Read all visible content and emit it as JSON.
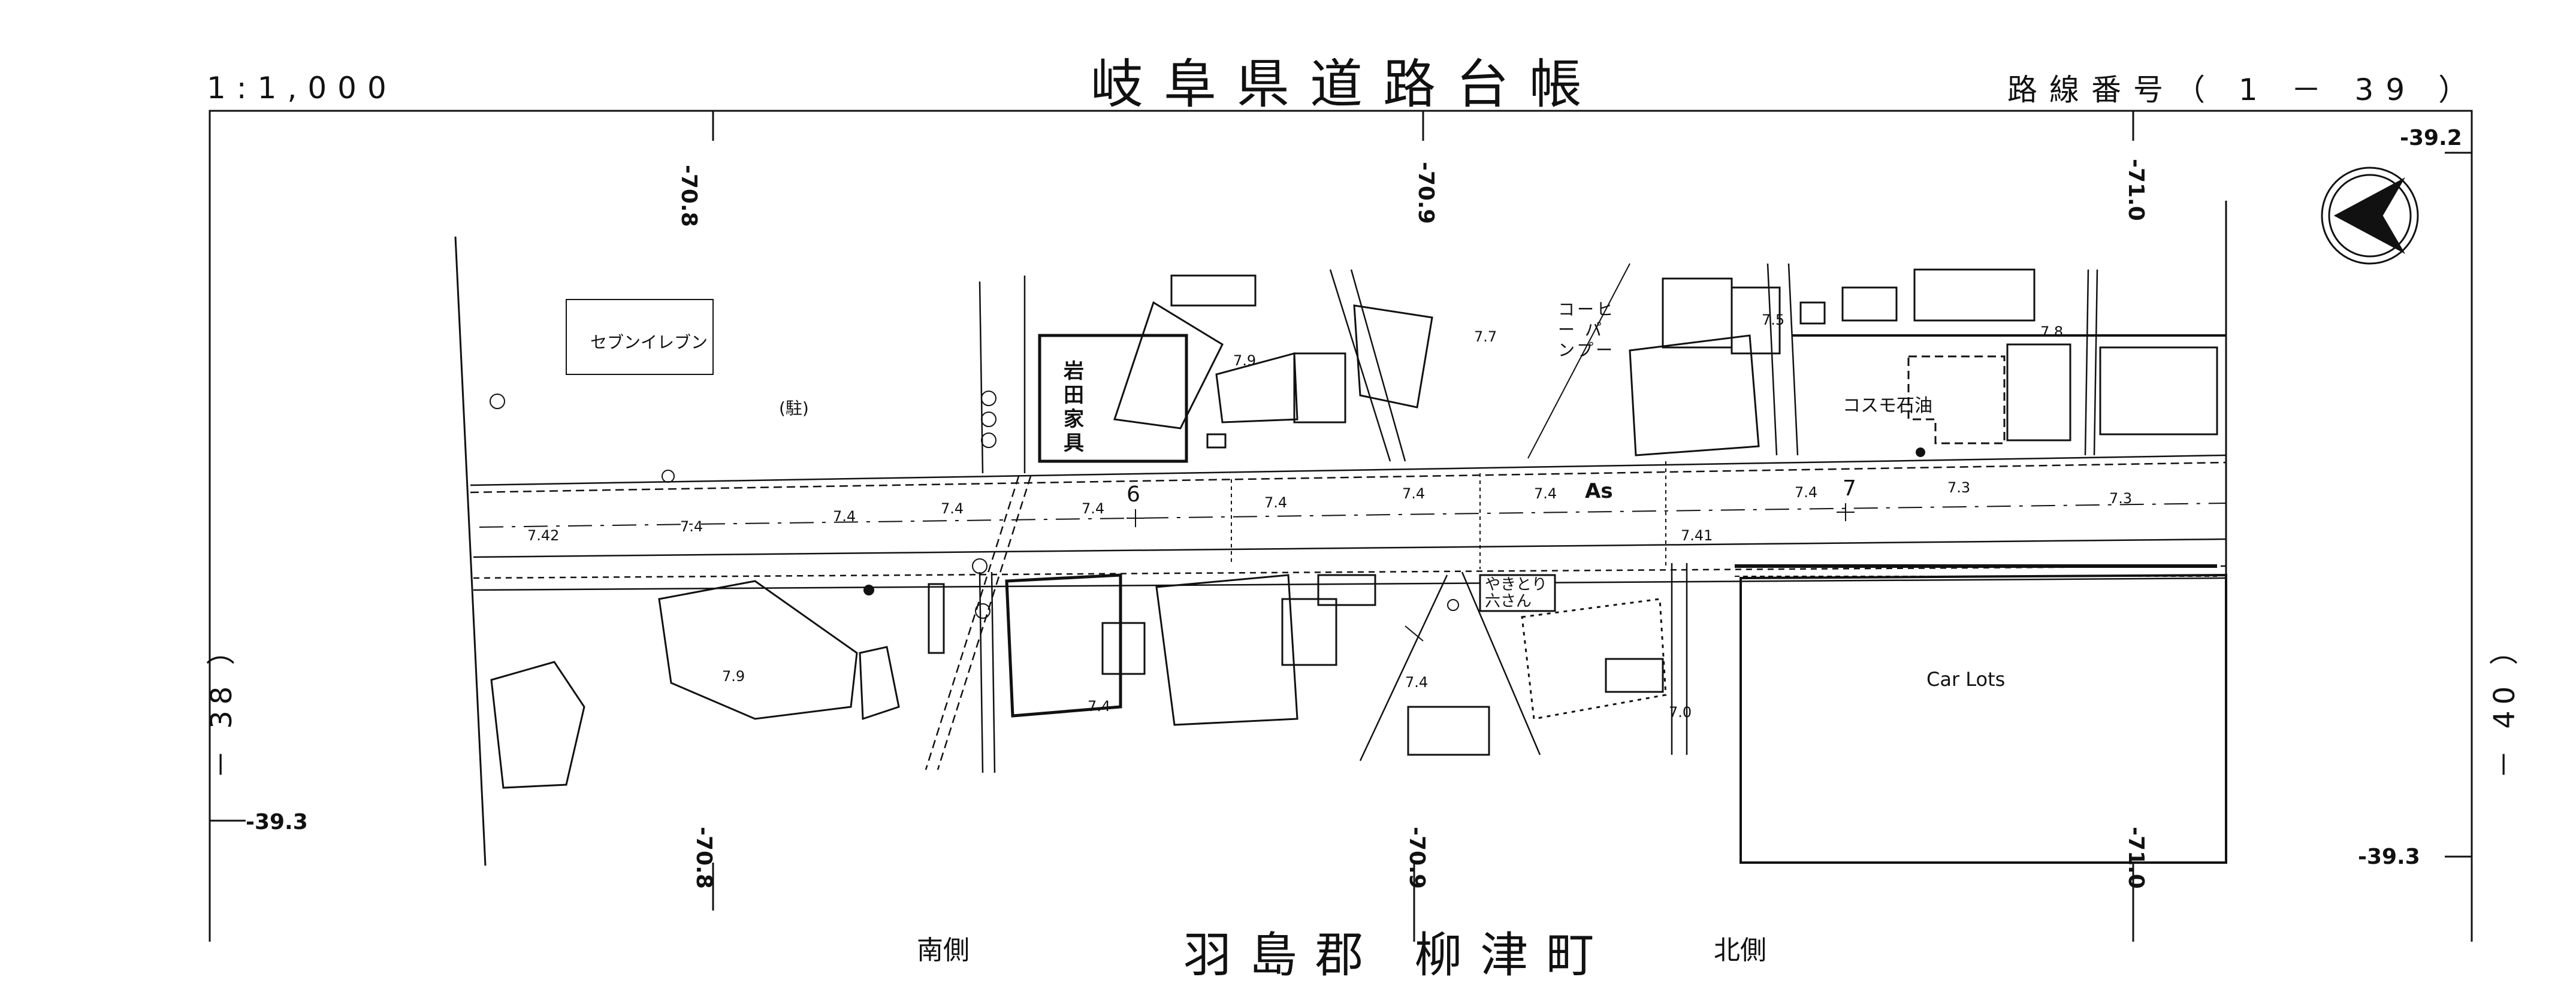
{
  "header": {
    "title": "岐阜県道路台帳",
    "scale": "1:1,000",
    "route_prefix": "路線番号（",
    "route_number": "1",
    "route_dash": "－",
    "route_sub": "39",
    "route_suffix": "）"
  },
  "grid": {
    "top_labels": [
      "-70.8",
      "-70.9",
      "-71.0"
    ],
    "bottom_labels": [
      "-70.8",
      "-70.9",
      "-71.0"
    ],
    "right_top": "-39.2",
    "left_mid": "-39.3",
    "right_mid": "-39.3"
  },
  "side": {
    "left_sheet": "－ 38 ）",
    "right_sheet": "－ 40 ）"
  },
  "places": {
    "seven_eleven": "セブンイレブン",
    "parking": "(駐)",
    "iwata_kagu": "岩田家具",
    "coffee_pumper": "コーヒー パンプー",
    "cosmo_oil": "コスモ石油",
    "yakitori": "やきとり 六さん",
    "car_lots": "Car Lots",
    "pavement": "As"
  },
  "elevations": [
    "7.42",
    "7.4",
    "7.4",
    "7.4",
    "7.4",
    "7.4",
    "7.4",
    "7.4",
    "7.4",
    "7.3",
    "7.3",
    "7.9",
    "7.7",
    "7.5",
    "7.8",
    "7.41",
    "7.9",
    "7.4",
    "7.4",
    "7.0"
  ],
  "station_marks": [
    "6",
    "7"
  ],
  "bottom": {
    "text": "羽島郡 柳津町",
    "left_cut": "南側",
    "right_cut": "北側"
  },
  "colors": {
    "ink": "#111111",
    "paper": "#ffffff"
  }
}
